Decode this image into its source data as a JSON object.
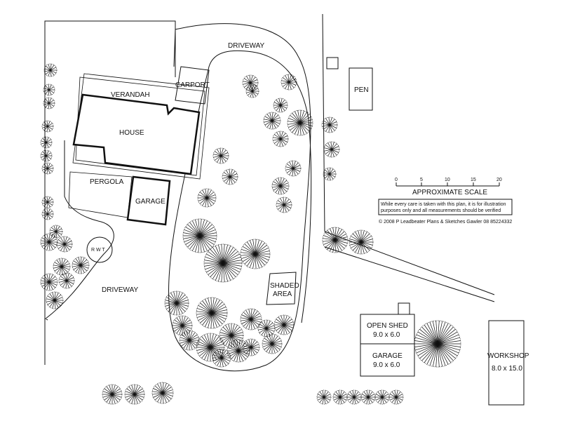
{
  "labels": {
    "driveway_top": "DRIVEWAY",
    "driveway_left": "DRIVEWAY",
    "verandah": "VERANDAH",
    "carport": "CARPORT",
    "house": "HOUSE",
    "pergola": "PERGOLA",
    "garage_house": "GARAGE",
    "rwt": "R W T",
    "pen": "PEN",
    "shaded_area_line1": "SHADED",
    "shaded_area_line2": "AREA",
    "open_shed": "OPEN SHED",
    "open_shed_size": "9.0 x 6.0",
    "garage_shed": "GARAGE",
    "garage_shed_size": "9.0 x 6.0",
    "workshop": "WORKSHOP",
    "workshop_size": "8.0 x 15.0"
  },
  "scale": {
    "title": "APPROXIMATE SCALE",
    "ticks": [
      "0",
      "5",
      "10",
      "15",
      "20"
    ]
  },
  "disclaimer": {
    "line1": "While every care is taken with this plan, it is for illustration",
    "line2": "purposes only and all measurements should be verified"
  },
  "copyright": "© 2008 P Leadbeater Plans & Sketches Gawler 08 85224332",
  "colors": {
    "ink": "#111111",
    "background": "#ffffff"
  },
  "icons": [
    "tree-icon"
  ]
}
